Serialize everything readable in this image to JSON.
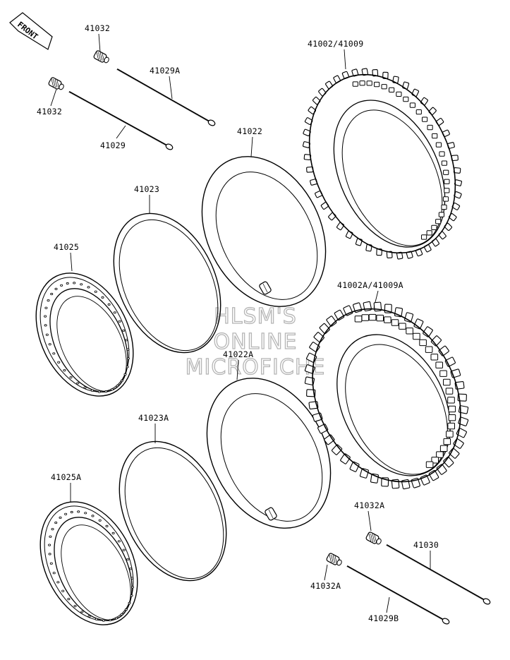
{
  "front_label": "FRONT",
  "watermark": [
    "HLSM'S",
    "ONLINE",
    "MICROFICHE"
  ],
  "parts": [
    {
      "id": "p-41032-top",
      "label": "41032"
    },
    {
      "id": "p-41029A",
      "label": "41029A"
    },
    {
      "id": "p-41032-left",
      "label": "41032"
    },
    {
      "id": "p-41029",
      "label": "41029"
    },
    {
      "id": "p-41002",
      "label": "41002/41009"
    },
    {
      "id": "p-41022",
      "label": "41022"
    },
    {
      "id": "p-41023",
      "label": "41023"
    },
    {
      "id": "p-41025",
      "label": "41025"
    },
    {
      "id": "p-41002A",
      "label": "41002A/41009A"
    },
    {
      "id": "p-41022A",
      "label": "41022A"
    },
    {
      "id": "p-41023A",
      "label": "41023A"
    },
    {
      "id": "p-41025A",
      "label": "41025A"
    },
    {
      "id": "p-41032A-r",
      "label": "41032A"
    },
    {
      "id": "p-41030",
      "label": "41030"
    },
    {
      "id": "p-41032A-l",
      "label": "41032A"
    },
    {
      "id": "p-41029B",
      "label": "41029B"
    }
  ]
}
